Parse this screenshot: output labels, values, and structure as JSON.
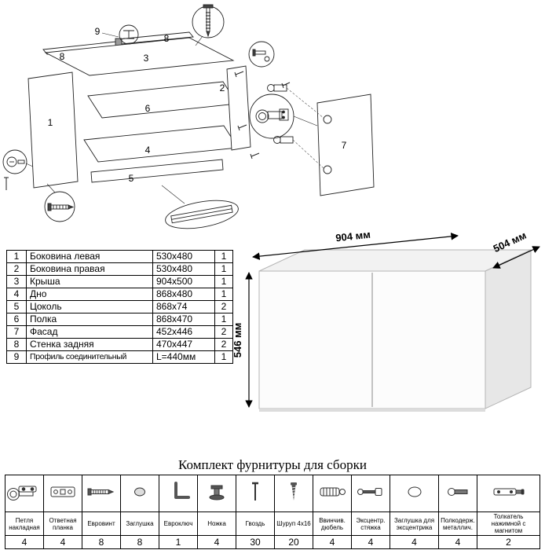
{
  "diagram": {
    "part_labels": {
      "p1": "1",
      "p2": "2",
      "p3": "3",
      "p4": "4",
      "p5": "5",
      "p6": "6",
      "p7": "7",
      "p8a": "8",
      "p8b": "8",
      "p9": "9"
    }
  },
  "parts_table": {
    "rows": [
      {
        "num": "1",
        "name": "Боковина левая",
        "size": "530x480",
        "qty": "1"
      },
      {
        "num": "2",
        "name": "Боковина правая",
        "size": "530x480",
        "qty": "1"
      },
      {
        "num": "3",
        "name": "Крыша",
        "size": "904x500",
        "qty": "1"
      },
      {
        "num": "4",
        "name": "Дно",
        "size": "868x480",
        "qty": "1"
      },
      {
        "num": "5",
        "name": "Цоколь",
        "size": "868x74",
        "qty": "2"
      },
      {
        "num": "6",
        "name": "Полка",
        "size": "868x470",
        "qty": "1"
      },
      {
        "num": "7",
        "name": "Фасад",
        "size": "452x446",
        "qty": "2"
      },
      {
        "num": "8",
        "name": "Стенка задняя",
        "size": "470x447",
        "qty": "2"
      },
      {
        "num": "9",
        "name": "Профиль соединительный",
        "size": "L=440мм",
        "qty": "1"
      }
    ]
  },
  "dimensions": {
    "width": "904 мм",
    "depth": "504 мм",
    "height": "546 мм"
  },
  "hardware": {
    "title": "Комплект фурнитуры для сборки",
    "items": [
      {
        "name": "Петля накладная",
        "qty": "4",
        "icon": "hinge-icon"
      },
      {
        "name": "Ответная планка",
        "qty": "4",
        "icon": "strike-plate-icon"
      },
      {
        "name": "Евровинт",
        "qty": "8",
        "icon": "eurovint-icon"
      },
      {
        "name": "Заглушка",
        "qty": "8",
        "icon": "cap-icon"
      },
      {
        "name": "Евроключ",
        "qty": "1",
        "icon": "hexkey-icon"
      },
      {
        "name": "Ножка",
        "qty": "4",
        "icon": "leg-icon"
      },
      {
        "name": "Гвоздь",
        "qty": "30",
        "icon": "nail-icon"
      },
      {
        "name": "Шуруп 4x16",
        "qty": "20",
        "icon": "screw-icon"
      },
      {
        "name": "Ввинчив. дюбель",
        "qty": "4",
        "icon": "dowel-icon"
      },
      {
        "name": "Эксцентр. стяжка",
        "qty": "4",
        "icon": "cam-bolt-icon"
      },
      {
        "name": "Заглушка для эксцентрика",
        "qty": "4",
        "icon": "cam-cap-icon"
      },
      {
        "name": "Полкодерж. металлич.",
        "qty": "4",
        "icon": "shelf-pin-icon"
      },
      {
        "name": "Толкатель нажимной с магнитом",
        "qty": "2",
        "icon": "push-latch-icon"
      }
    ]
  }
}
